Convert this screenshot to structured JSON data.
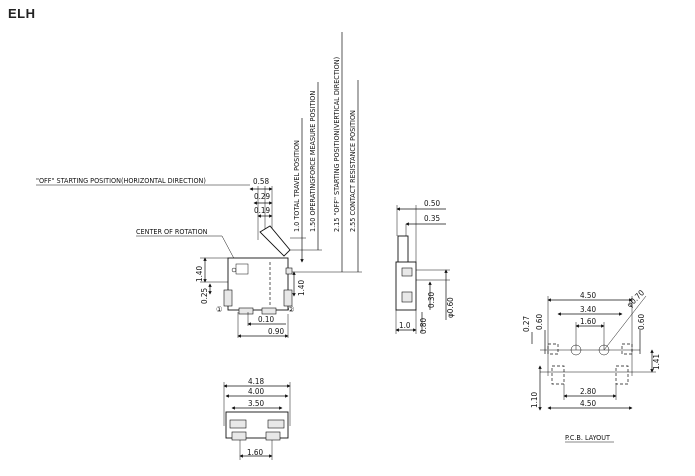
{
  "title": "ELH",
  "front_view": {
    "vertical_labels": [
      "1.0  TOTAL  TRAVEL  POSITION",
      "1.50  OPERATINGFORCE  MEASURE  POSITION",
      "2.15  \"OFF\"  STARTING  POSITION(VERTICAL  DIRECTION)",
      "2.55  CONTACT  RESISTANCE  POSITION"
    ],
    "off_label": "\"OFF\"  STARTING  POSITION(HORIZONTAL  DIRECTION)",
    "off_value": "0.58",
    "dim_029": "0.29",
    "dim_019": "0.19",
    "center_label": "CENTER  OF  ROTATION",
    "dim_140_left": "1.40",
    "dim_025": "0.25",
    "dim_140_right": "1.40",
    "dim_010": "0.10",
    "dim_090": "0.90",
    "terminal_1": "①",
    "terminal_2": "②"
  },
  "side_view": {
    "dim_050": "0.50",
    "dim_035": "0.35",
    "dim_030": "0.30",
    "dim_phi060": "φ0.60",
    "dim_080": "0.80",
    "dim_10": "1.0"
  },
  "bottom_view": {
    "dim_418": "4.18",
    "dim_400": "4.00",
    "dim_350": "3.50",
    "dim_160": "1.60"
  },
  "pcb": {
    "dim_450_top": "4.50",
    "dim_340": "3.40",
    "dim_160": "1.60",
    "dim_phi070": "φ0.70",
    "dim_027": "0.27",
    "dim_060_left": "0.60",
    "dim_060_right": "0.60",
    "dim_141": "1.41",
    "dim_110": "1.10",
    "dim_280": "2.80",
    "dim_450_bottom": "4.50",
    "caption": "P.C.B.  LAYOUT"
  }
}
